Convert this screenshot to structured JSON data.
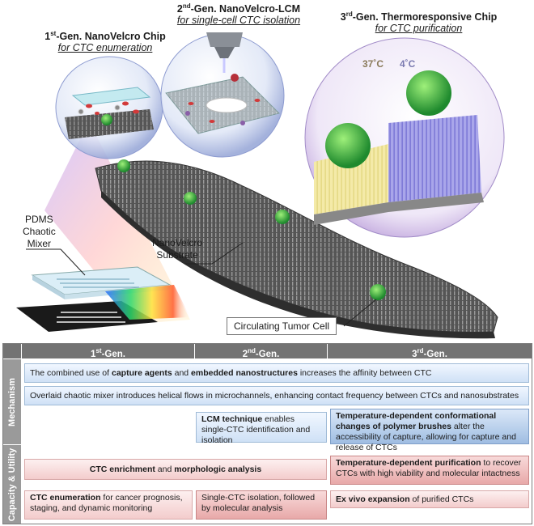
{
  "gen1": {
    "title": "-Gen. NanoVelcro Chip",
    "sup": "st",
    "num": "1",
    "subtitle": "for CTC enumeration"
  },
  "gen2": {
    "title": "-Gen. NanoVelcro-LCM",
    "sup": "nd",
    "num": "2",
    "subtitle": "for single-cell CTC isolation"
  },
  "gen3": {
    "title": "-Gen. Thermoresponsive Chip",
    "sup": "rd",
    "num": "3",
    "subtitle": "for CTC purification",
    "temp_warm": "37˚C",
    "temp_cold": "4˚C"
  },
  "callouts": {
    "mixer": [
      "PDMS",
      "Chaotic",
      "Mixer"
    ],
    "substrate": [
      "NanoVelcro",
      "Substrate"
    ],
    "cell": "Circulating Tumor Cell"
  },
  "table": {
    "headers": [
      {
        "num": "1",
        "sup": "st",
        "rest": "-Gen."
      },
      {
        "num": "2",
        "sup": "nd",
        "rest": "-Gen."
      },
      {
        "num": "3",
        "sup": "rd",
        "rest": "-Gen."
      }
    ],
    "side_mechanism": "Mechanism",
    "side_capacity": "Capacity & Utility",
    "mech_row1": {
      "a": "The combined use of ",
      "b": "capture agents",
      "c": " and ",
      "d": "embedded nanostructures",
      "e": " increases the affinity between CTC"
    },
    "mech_row2": "Overlaid chaotic mixer introduces helical flows in microchannels, enhancing contact frequency between CTCs and nanosubstrates",
    "mech_lcm": {
      "b": "LCM technique",
      "rest": " enables single-CTC identification and isolation"
    },
    "mech_temp": {
      "b": "Temperature-dependent conformational changes of polymer brushes",
      "rest": " alter the accessibility of capture, allowing for capture and release of CTCs"
    },
    "cap_enrich": {
      "b1": "CTC enrichment",
      "mid": " and ",
      "b2": "morphologic analysis"
    },
    "cap_purif": {
      "b": "Temperature-dependent purification",
      "rest": " to recover CTCs with high viability and molecular intactness"
    },
    "cap_enum": {
      "b": "CTC enumeration",
      "rest": " for cancer prognosis, staging, and dynamic monitoring"
    },
    "cap_single": "Single-CTC isolation, followed by molecular analysis",
    "cap_exvivo": {
      "b": "Ex vivo expansion",
      "rest": " of purified CTCs"
    }
  },
  "colors": {
    "header": "#737373",
    "side": "#9a9a9a",
    "blue": "#cfe1f6",
    "pink": "#f3cccc",
    "substrate": "#4a4a4a",
    "cell": "#2fa84a"
  }
}
